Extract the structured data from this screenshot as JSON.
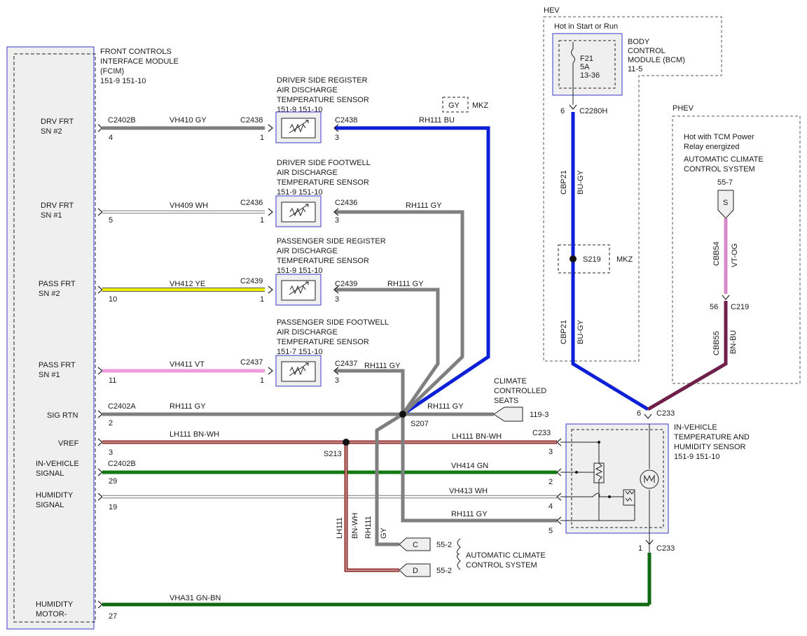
{
  "fcim": {
    "title": [
      "FRONT CONTROLS",
      "INTERFACE MODULE",
      "(FCIM)",
      "151-9   151-10"
    ],
    "pins": [
      {
        "lines": [
          "DRV FRT",
          "SN #2"
        ]
      },
      {
        "lines": [
          "DRV FRT",
          "SN #1"
        ]
      },
      {
        "lines": [
          "PASS FRT",
          "SN #2"
        ]
      },
      {
        "lines": [
          "PASS FRT",
          "SN #1"
        ]
      },
      {
        "lines": [
          "SIG RTN"
        ]
      },
      {
        "lines": [
          "VREF"
        ]
      },
      {
        "lines": [
          "IN-VEHICLE",
          "SIGNAL"
        ]
      },
      {
        "lines": [
          "HUMIDITY",
          "SIGNAL"
        ]
      },
      {
        "lines": [
          "HUMIDITY",
          "MOTOR-"
        ]
      }
    ]
  },
  "sensors": [
    {
      "title": [
        "DRIVER SIDE REGISTER",
        "AIR DISCHARGE",
        "TEMPERATURE SENSOR",
        "151-9   151-10"
      ]
    },
    {
      "title": [
        "DRIVER SIDE FOOTWELL",
        "AIR DISCHARGE",
        "TEMPERATURE SENSOR",
        "151-9   151-10"
      ]
    },
    {
      "title": [
        "PASSENGER SIDE REGISTER",
        "AIR DISCHARGE",
        "TEMPERATURE SENSOR",
        "151-9   151-10"
      ]
    },
    {
      "title": [
        "PASSENGER SIDE FOOTWELL",
        "AIR DISCHARGE",
        "TEMPERATURE SENSOR",
        "151-7   151-10"
      ]
    }
  ],
  "hev": {
    "label": "HEV",
    "hot": "Hot in Start or Run",
    "fuse": [
      "F21",
      "5A",
      "13-36"
    ],
    "bcm": [
      "BODY",
      "CONTROL",
      "MODULE (BCM)",
      "11-5"
    ]
  },
  "phev": {
    "label": "PHEV",
    "hot": [
      "Hot with TCM Power",
      "Relay energized"
    ],
    "system": [
      "AUTOMATIC CLIMATE",
      "CONTROL SYSTEM"
    ],
    "ref": "55-7",
    "conn": "S"
  },
  "humidity_sensor": {
    "title": [
      "IN-VEHICLE",
      "TEMPERATURE AND",
      "HUMIDITY SENSOR",
      "151-9   151-10"
    ]
  },
  "seats": {
    "title": [
      "CLIMATE",
      "CONTROLLED",
      "SEATS"
    ],
    "ref": "119-3"
  },
  "acc": {
    "title": [
      "AUTOMATIC CLIMATE",
      "CONTROL SYSTEM"
    ],
    "c": "C",
    "d": "D",
    "c_ref": "55-2",
    "d_ref": "55-2"
  },
  "mkz_gy": {
    "color": "GY",
    "label": "MKZ"
  },
  "s219": {
    "label": "S219",
    "mkz": "MKZ"
  },
  "labels": {
    "c2402b_top": "C2402B",
    "c2402a": "C2402A",
    "c2402b_mid": "C2402B",
    "c2438_l": "C2438",
    "c2438_r": "C2438",
    "c2436_l": "C2436",
    "c2436_r": "C2436",
    "c2439_l": "C2439",
    "c2439_r": "C2439",
    "c2437_l": "C2437",
    "c2437_r": "C2437",
    "c233_top": "C233",
    "c233_right": "C233",
    "c233_bottom": "C233",
    "c2280h": "C2280H",
    "c219": "C219",
    "s207": "S207",
    "s213": "S213",
    "pin_4": "4",
    "pin_5": "5",
    "pin_10": "10",
    "pin_11": "11",
    "pin_2": "2",
    "pin_3": "3",
    "pin_29": "29",
    "pin_19": "19",
    "pin_27": "27",
    "spin_1a": "1",
    "spin_3a": "3",
    "spin_1b": "1",
    "spin_3b": "3",
    "spin_1c": "1",
    "spin_3c": "3",
    "spin_1d": "1",
    "spin_3d": "3",
    "hs_3": "3",
    "hs_2": "2",
    "hs_4": "4",
    "hs_5": "5",
    "hs_6": "6",
    "hs_1": "1",
    "bcm_6": "6",
    "phev_56": "56"
  },
  "wires": {
    "w1": "VH410   GY",
    "w2": "VH409   WH",
    "w3": "VH412   YE",
    "w4": "VH411   VT",
    "w5": "RH111   GY",
    "w6": "LH111   BN-WH",
    "w7": "VHA31   GN-BN",
    "r1": "RH111   BU",
    "r2": "RH111  GY",
    "r3": "RH111   GY",
    "r4": "RH111  GY",
    "seats": "RH111   GY",
    "vref_r": "LH111   BN-WH",
    "invs": "VH414   GN",
    "hums": "VH413   WH",
    "rtn_r": "RH111   GY",
    "v_lh111": "LH111",
    "v_bnwh": "BN-WH",
    "v_rh111": "RH111",
    "v_gy": "GY",
    "cbp21a": "CBP21",
    "bugya": "BU-GY",
    "cbp21b": "CBP21",
    "bugyb": "BU-GY",
    "cbb54": "CBB54",
    "vtog": "VT-OG",
    "cbb55": "CBB55",
    "bnbu": "BN-BU"
  },
  "colors": {
    "gy": "#7f7f7f",
    "bu": "#0b1fd6",
    "ye": "#f2ee00",
    "vt": "#f09ade",
    "bn": "#8c2a2a",
    "gn": "#0f7a0f",
    "vtog": "#d88ac8",
    "bnbu": "#6e1f4a"
  }
}
